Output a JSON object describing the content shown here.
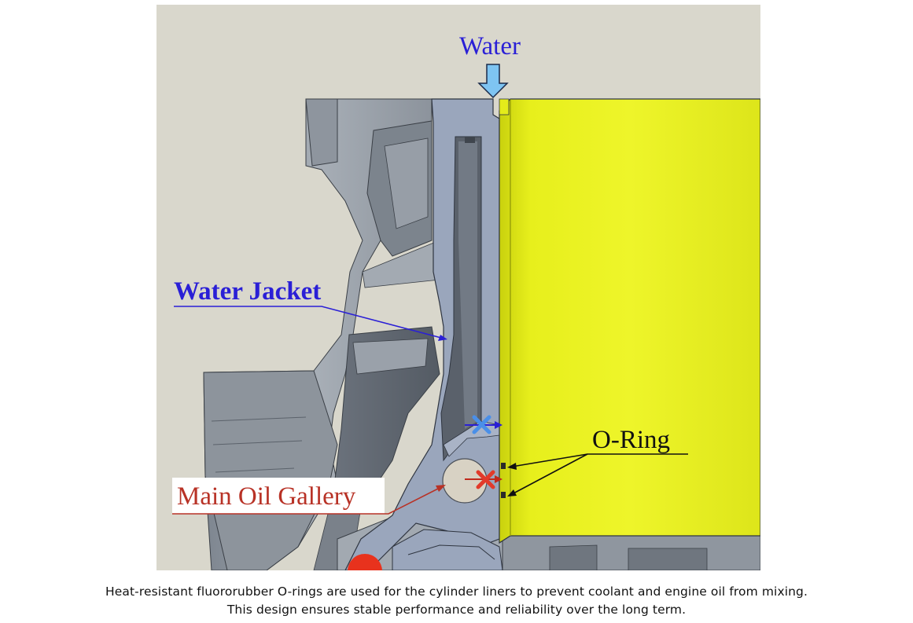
{
  "figure": {
    "labels": {
      "water": "Water",
      "water_jacket": "Water Jacket",
      "o_ring": "O-Ring",
      "main_oil_gallery": "Main Oil Gallery"
    },
    "colors": {
      "background": "#d9d7cc",
      "block": "#9da5ae",
      "cut_section": "#9aa6bc",
      "liner": "#e4ec1a",
      "water_label": "#2a1fd6",
      "oil_label": "#b83226",
      "oring_label": "#111111",
      "water_arrow": "#7ec4f2",
      "oil_gallery": "#d8d2c4",
      "red_port": "#e8321d"
    },
    "icons": [
      "water-flow-arrow-icon",
      "blocked-water-x-icon",
      "blocked-oil-x-icon"
    ]
  },
  "caption": {
    "line1": "Heat-resistant fluororubber O-rings are used for the cylinder liners to prevent coolant and engine oil from mixing.",
    "line2": "This design ensures stable performance and reliability over the long term."
  }
}
